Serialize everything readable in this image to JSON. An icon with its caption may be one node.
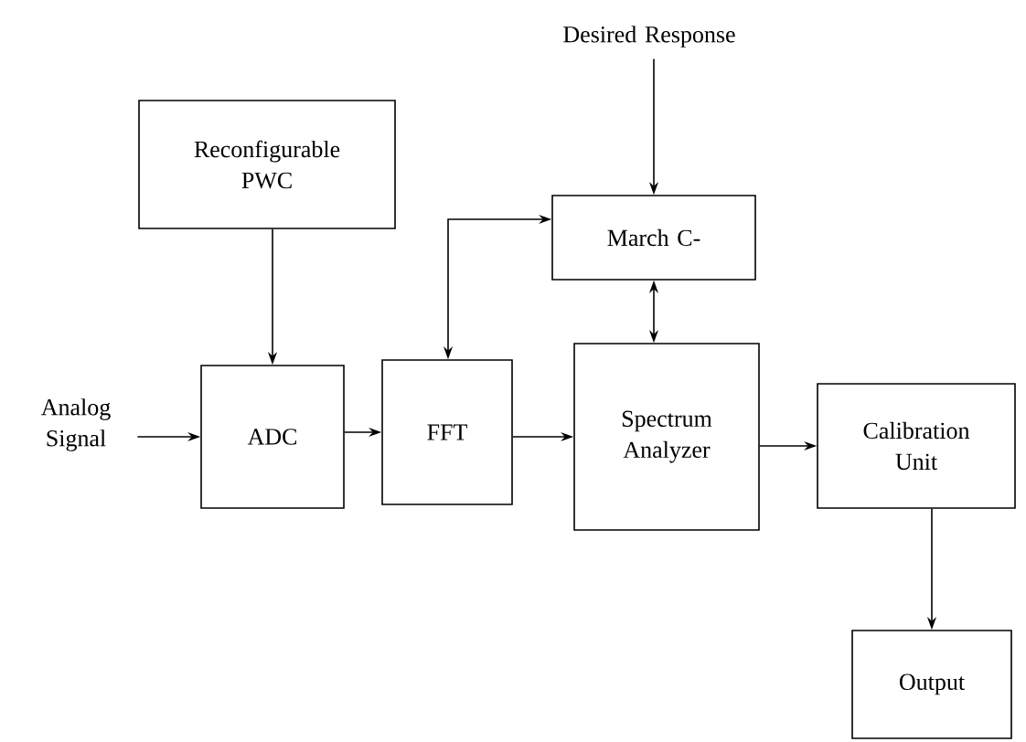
{
  "diagram": {
    "nodes": [
      {
        "text": [
          "Desired Response"
        ]
      },
      {
        "text": [
          "Reconfigurable PWC"
        ]
      },
      {
        "text": [
          "March C-"
        ]
      },
      {
        "text": [
          "Analog Signal"
        ]
      },
      {
        "text": [
          "ADC"
        ]
      },
      {
        "text": [
          "FFT"
        ]
      },
      {
        "text": [
          "Spectrum Analyzer"
        ]
      },
      {
        "text": [
          "Calibration Unit"
        ]
      },
      {
        "text": [
          "Output"
        ]
      }
    ],
    "edges": [
      {
        "from": 0,
        "to": 2,
        "arrow": "to"
      },
      {
        "from": 1,
        "to": 4,
        "arrow": "to"
      },
      {
        "from": 3,
        "to": 4,
        "arrow": "to"
      },
      {
        "from": 4,
        "to": 5,
        "arrow": "to"
      },
      {
        "from": 5,
        "to": 2,
        "arrow": "both"
      },
      {
        "from": 5,
        "to": 6,
        "arrow": "to"
      },
      {
        "from": 6,
        "to": 2,
        "arrow": "both"
      },
      {
        "from": 6,
        "to": 7,
        "arrow": "to"
      },
      {
        "from": 7,
        "to": 8,
        "arrow": "to"
      }
    ]
  }
}
